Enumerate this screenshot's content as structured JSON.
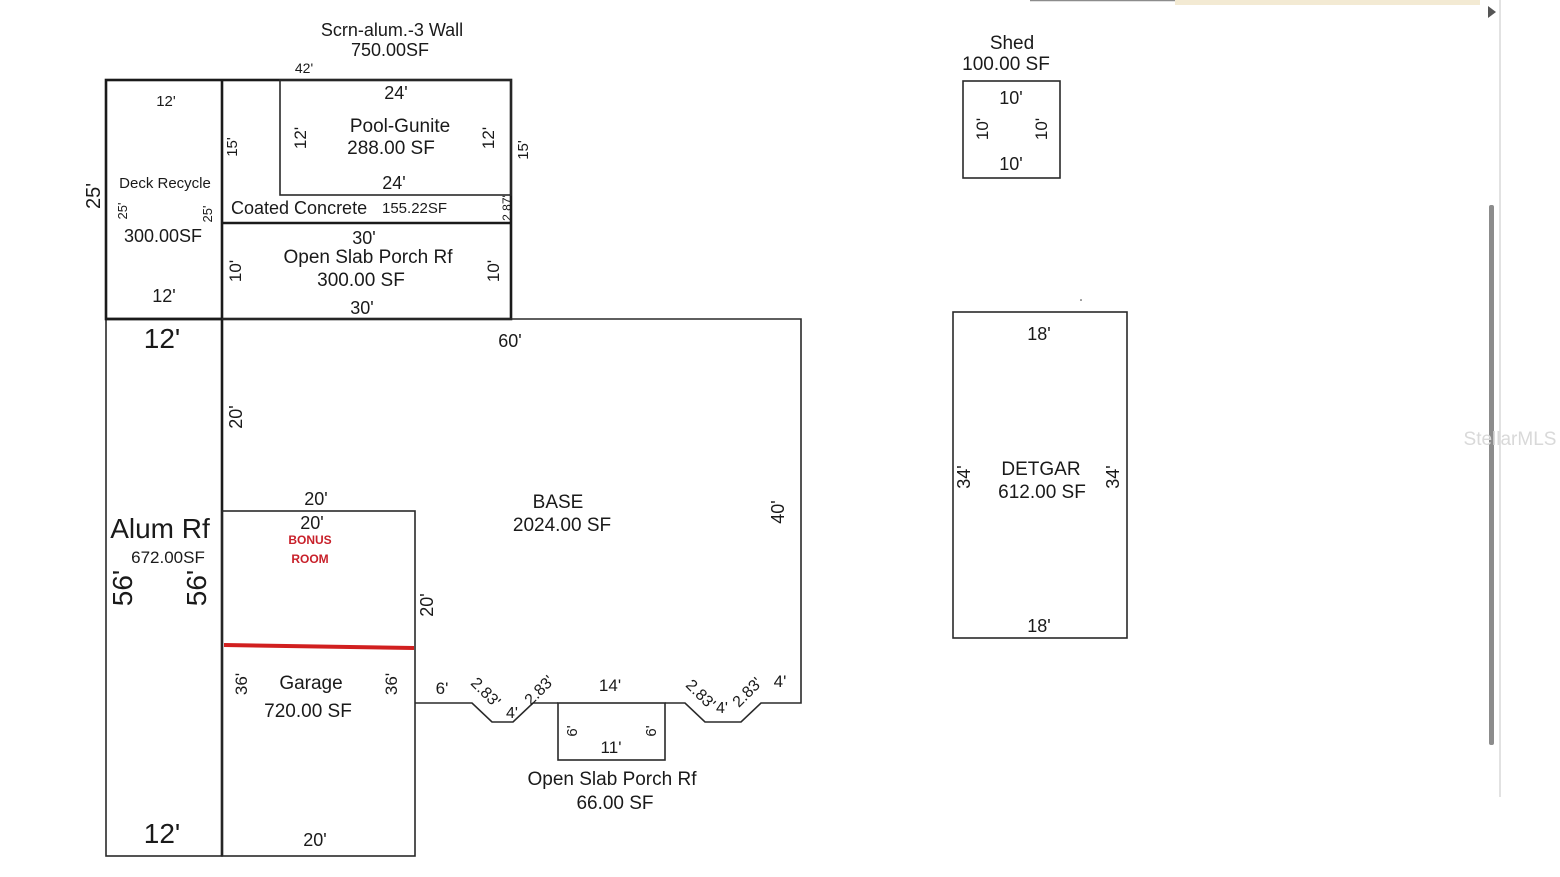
{
  "colors": {
    "line": "#2a2a2a",
    "text": "#1a1a1a",
    "divider_red": "#d11f1f",
    "bonus_text": "#c8202a",
    "top_bar_beige": "#f3ead3",
    "scrollbar": "#8c8c8c",
    "watermark": "#d9d9d9"
  },
  "areas": {
    "scrn": {
      "name": "Scrn-alum.-3 Wall",
      "area": "750.00SF",
      "dim_top": "42'",
      "dim_left": "25'"
    },
    "deck": {
      "name": "Deck Recycle",
      "area": "300.00SF",
      "dim_top": "12'",
      "dim_bottom": "12'",
      "dim_left": "25'",
      "dim_right": "25'"
    },
    "pool": {
      "name": "Pool-Gunite",
      "area": "288.00 SF",
      "dim_top": "24'",
      "dim_bottom": "24'",
      "dim_left": "12'",
      "dim_right": "12'"
    },
    "coated": {
      "name": "Coated Concrete",
      "area": "155.22SF",
      "dim_left": "15'",
      "dim_right": "15'",
      "dim_small": "2.87'"
    },
    "porch_top": {
      "name": "Open Slab Porch Rf",
      "area": "300.00 SF",
      "dim_top": "30'",
      "dim_bottom": "30'",
      "dim_left": "10'",
      "dim_right": "10'"
    },
    "alum": {
      "name": "Alum Rf",
      "area": "672.00SF",
      "dim_top": "12'",
      "dim_bottom": "12'",
      "dim_left": "56'",
      "dim_right": "56'"
    },
    "base": {
      "name": "BASE",
      "area": "2024.00 SF",
      "dim_top": "60'",
      "dim_left": "20'",
      "dim_right": "40'",
      "dim_inner": "20'",
      "dim_6": "6'",
      "dim_283a": "2.83'",
      "dim_4a": "4'",
      "dim_283b": "2.83'",
      "dim_14": "14'",
      "dim_283c": "2.83'",
      "dim_4b": "4'",
      "dim_283d": "2.83'",
      "dim_4c": "4'"
    },
    "bonus": {
      "line1": "BONUS",
      "line2": "ROOM",
      "dim_top": "20'",
      "dim_top_outer": "20'"
    },
    "garage": {
      "name": "Garage",
      "area": "720.00 SF",
      "dim_left": "36'",
      "dim_right": "36'",
      "dim_bottom": "20'"
    },
    "porch_bottom": {
      "name": "Open Slab Porch Rf",
      "area": "66.00 SF",
      "dim_bottom": "11'",
      "dim_left": "6'",
      "dim_right": "6'"
    },
    "shed": {
      "name": "Shed",
      "area": "100.00 SF",
      "dim_top": "10'",
      "dim_bottom": "10'",
      "dim_left": "10'",
      "dim_right": "10'"
    },
    "detgar": {
      "name": "DETGAR",
      "area": "612.00 SF",
      "dim_top": "18'",
      "dim_bottom": "18'",
      "dim_left": "34'",
      "dim_right": "34'"
    }
  },
  "watermark": "StellarMLS"
}
